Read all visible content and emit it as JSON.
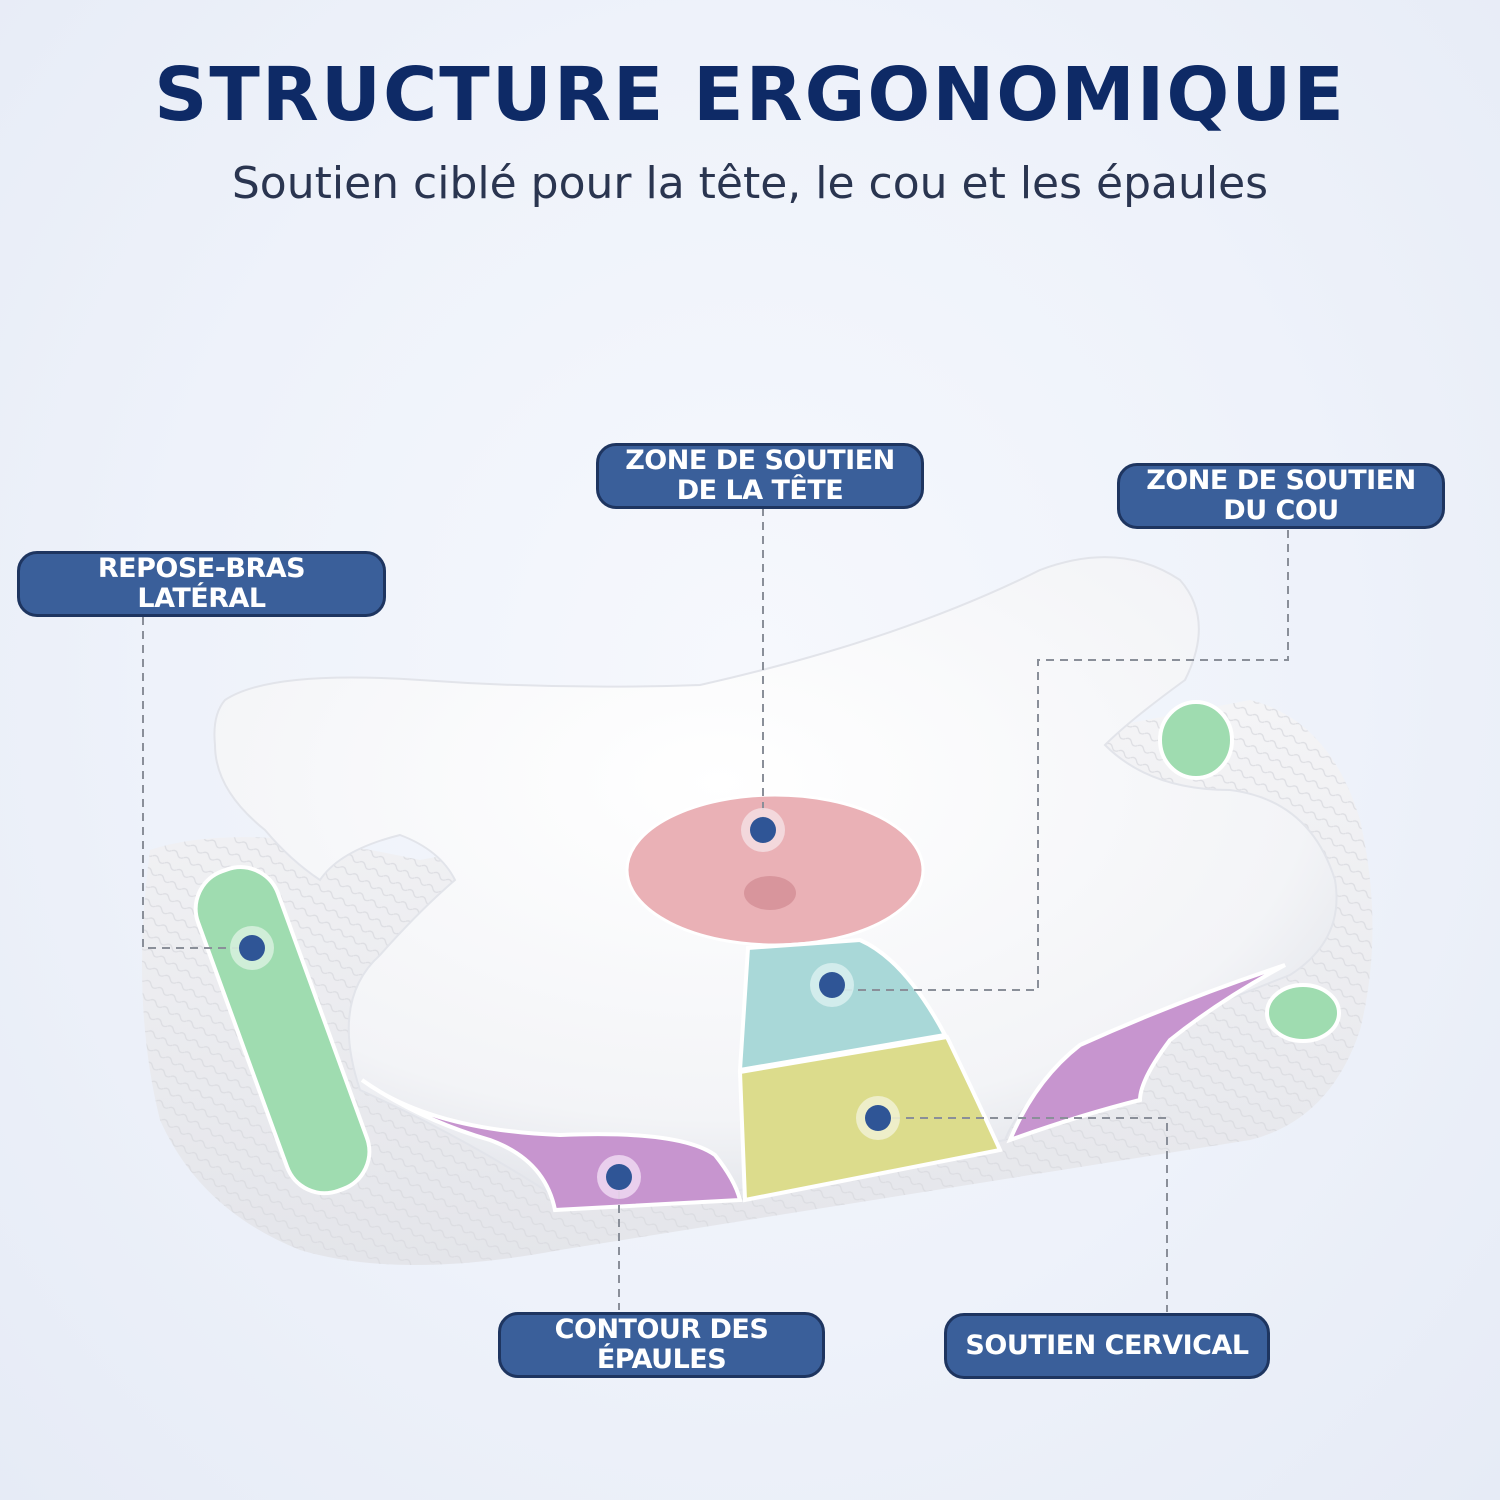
{
  "header": {
    "title": "STRUCTURE ERGONOMIQUE",
    "subtitle": "Soutien ciblé pour la tête, le cou et les épaules"
  },
  "callouts": {
    "head": "ZONE DE SOUTIEN DE LA TÊTE",
    "neck": "ZONE DE SOUTIEN DU COU",
    "arm": "REPOSE-BRAS LATÉRAL",
    "shoulder": "CONTOUR DES ÉPAULES",
    "cervical": "SOUTIEN CERVICAL"
  },
  "colors": {
    "navy": "#0e2a66",
    "callout_fill": "#3a5f9a",
    "head_zone": "#eab1b6",
    "neck_zone": "#a9d8d8",
    "cervical_zone": "#dcdc8c",
    "shoulder_zone": "#c795cf",
    "arm_zone": "#9fdcb0",
    "marker": "#2f5596"
  }
}
